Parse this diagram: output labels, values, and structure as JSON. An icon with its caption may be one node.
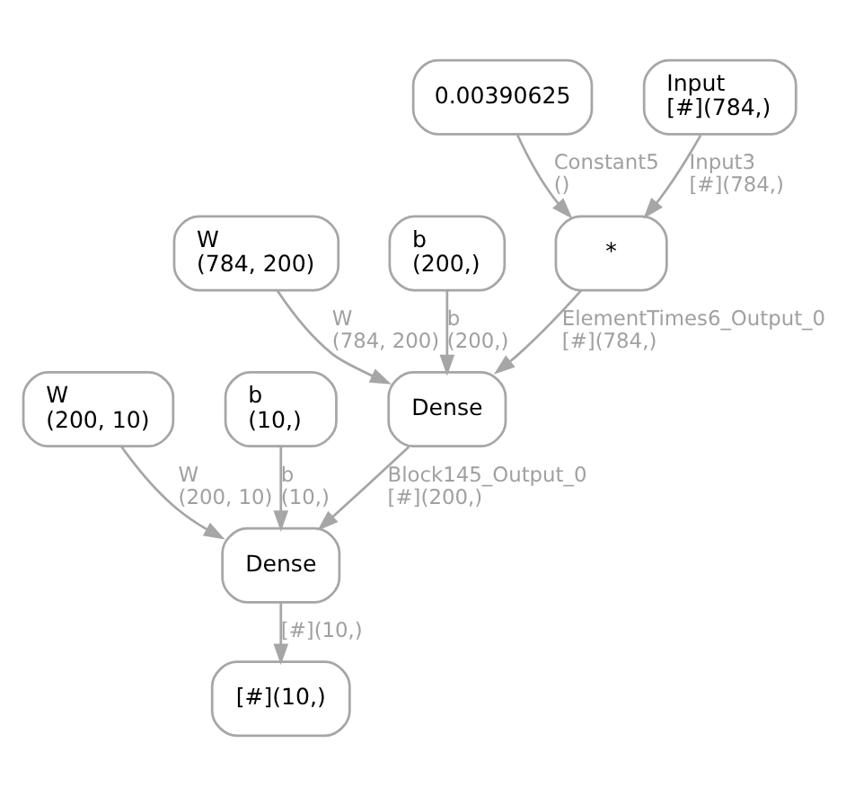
{
  "diagram": {
    "nodes": [
      {
        "text": [
          "0.00390625"
        ]
      },
      {
        "text": [
          "Input",
          "[#](784,)"
        ]
      },
      {
        "text": [
          "*"
        ]
      },
      {
        "text": [
          "W",
          "(784, 200)"
        ]
      },
      {
        "text": [
          "b",
          "(200,)"
        ]
      },
      {
        "text": [
          "Dense"
        ]
      },
      {
        "text": [
          "W",
          "(200, 10)"
        ]
      },
      {
        "text": [
          "b",
          "(10,)"
        ]
      },
      {
        "text": [
          "Dense"
        ]
      },
      {
        "text": [
          "[#](10,)"
        ]
      }
    ],
    "edges": [
      {
        "from": 0,
        "to": 2,
        "arrow": "to",
        "label": "Constant5 ()"
      },
      {
        "from": 1,
        "to": 2,
        "arrow": "to",
        "label": "Input3 [#](784,)"
      },
      {
        "from": 3,
        "to": 5,
        "arrow": "to",
        "label": "W (784, 200)"
      },
      {
        "from": 4,
        "to": 5,
        "arrow": "to",
        "label": "b (200,)"
      },
      {
        "from": 2,
        "to": 5,
        "arrow": "to",
        "label": "ElementTimes6_Output_0 [#](784,)"
      },
      {
        "from": 6,
        "to": 8,
        "arrow": "to",
        "label": "W (200, 10)"
      },
      {
        "from": 7,
        "to": 8,
        "arrow": "to",
        "label": "b (10,)"
      },
      {
        "from": 5,
        "to": 8,
        "arrow": "to",
        "label": "Block145_Output_0 [#](200,)"
      },
      {
        "from": 8,
        "to": 9,
        "arrow": "to",
        "label": "[#](10,)"
      }
    ]
  }
}
